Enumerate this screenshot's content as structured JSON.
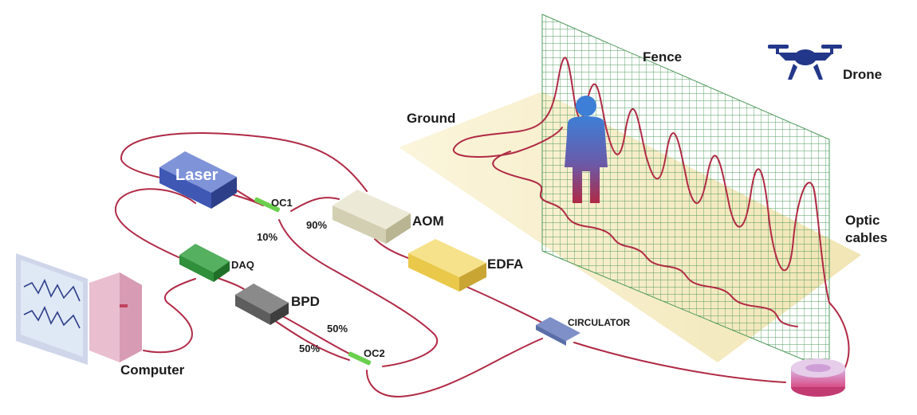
{
  "labels": {
    "laser": "Laser",
    "oc1": "OC1",
    "ratio_90": "90%",
    "ratio_10": "10%",
    "aom": "AOM",
    "edfa": "EDFA",
    "daq": "DAQ",
    "bpd": "BPD",
    "ratio_50_upper": "50%",
    "ratio_50_lower": "50%",
    "oc2": "OC2",
    "circulator": "CIRCULATOR",
    "computer": "Computer",
    "ground": "Ground",
    "fence": "Fence",
    "drone": "Drone",
    "optic_cables": [
      "Optic",
      "cables"
    ]
  },
  "colors": {
    "fiber": "#b02a45",
    "laser_box": "#3f58b4",
    "aom_box": "#dcd8c0",
    "edfa_box": "#e9c84a",
    "daq_box": "#2f8f3a",
    "bpd_box": "#5d5d5d",
    "circulator": "#5a6ea8",
    "coupler": "#6bcf4e",
    "ground_plane": "#f6eec8",
    "fence_grid": "#4f9a5c",
    "person_top": "#3d7fd6",
    "person_bottom": "#b02a45",
    "drone": "#23378a",
    "spool": "#d94f88"
  },
  "icons": [
    "laser-source-icon",
    "aom-module-icon",
    "edfa-amplifier-icon",
    "daq-card-icon",
    "bpd-detector-icon",
    "circulator-icon",
    "computer-icon",
    "person-icon",
    "drone-icon",
    "fiber-spool-icon"
  ]
}
